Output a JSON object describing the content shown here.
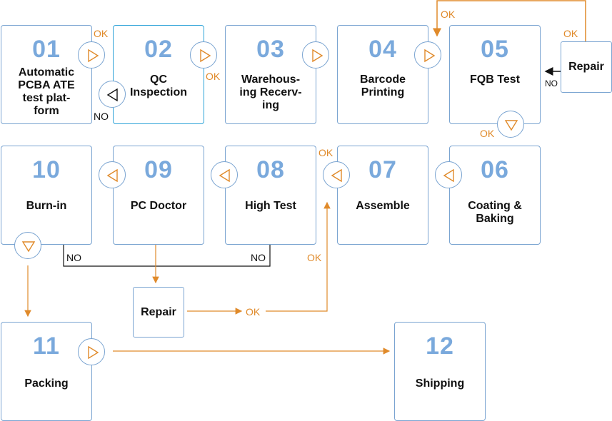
{
  "steps": [
    {
      "number": "01",
      "label_lines": [
        "Automatic",
        "PCBA ATE",
        "test plat-",
        "form"
      ]
    },
    {
      "number": "02",
      "label_lines": [
        "QC",
        "Inspection"
      ]
    },
    {
      "number": "03",
      "label_lines": [
        "Warehous-",
        "ing Recerv-",
        "ing"
      ]
    },
    {
      "number": "04",
      "label_lines": [
        "Barcode",
        "Printing"
      ]
    },
    {
      "number": "05",
      "label_lines": [
        "FQB Test"
      ]
    },
    {
      "number": "06",
      "label_lines": [
        "Coating &",
        "Baking"
      ]
    },
    {
      "number": "07",
      "label_lines": [
        "Assemble"
      ]
    },
    {
      "number": "08",
      "label_lines": [
        "High Test"
      ]
    },
    {
      "number": "09",
      "label_lines": [
        "PC Doctor"
      ]
    },
    {
      "number": "10",
      "label_lines": [
        "Burn-in"
      ]
    },
    {
      "number": "11",
      "label_lines": [
        "Packing"
      ]
    },
    {
      "number": "12",
      "label_lines": [
        "Shipping"
      ]
    }
  ],
  "repair_boxes": {
    "top": "Repair",
    "bottom": "Repair"
  },
  "flow_labels": {
    "ok": "OK",
    "no": "NO"
  },
  "colors": {
    "box_border": "#7aa4d1",
    "number": "#7aa9dc",
    "ok_flow": "#e08a2a",
    "no_flow": "#111111"
  },
  "icons": {
    "right": "triangle-right-icon",
    "left": "triangle-left-icon",
    "down": "triangle-down-icon"
  }
}
